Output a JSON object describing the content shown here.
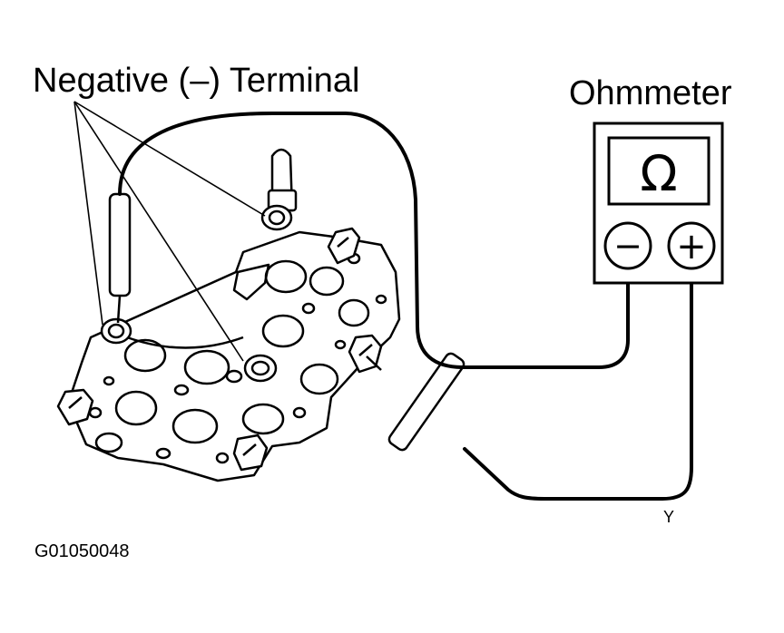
{
  "labels": {
    "negative_terminal": "Negative (–) Terminal",
    "ohmmeter": "Ohmmeter",
    "figure_id": "G01050048",
    "corner_mark": "Y"
  },
  "ohmmeter": {
    "display_symbol": "Ω",
    "negative_symbol": "−",
    "positive_symbol": "+"
  },
  "colors": {
    "ink": "#000000",
    "paper": "#ffffff"
  }
}
